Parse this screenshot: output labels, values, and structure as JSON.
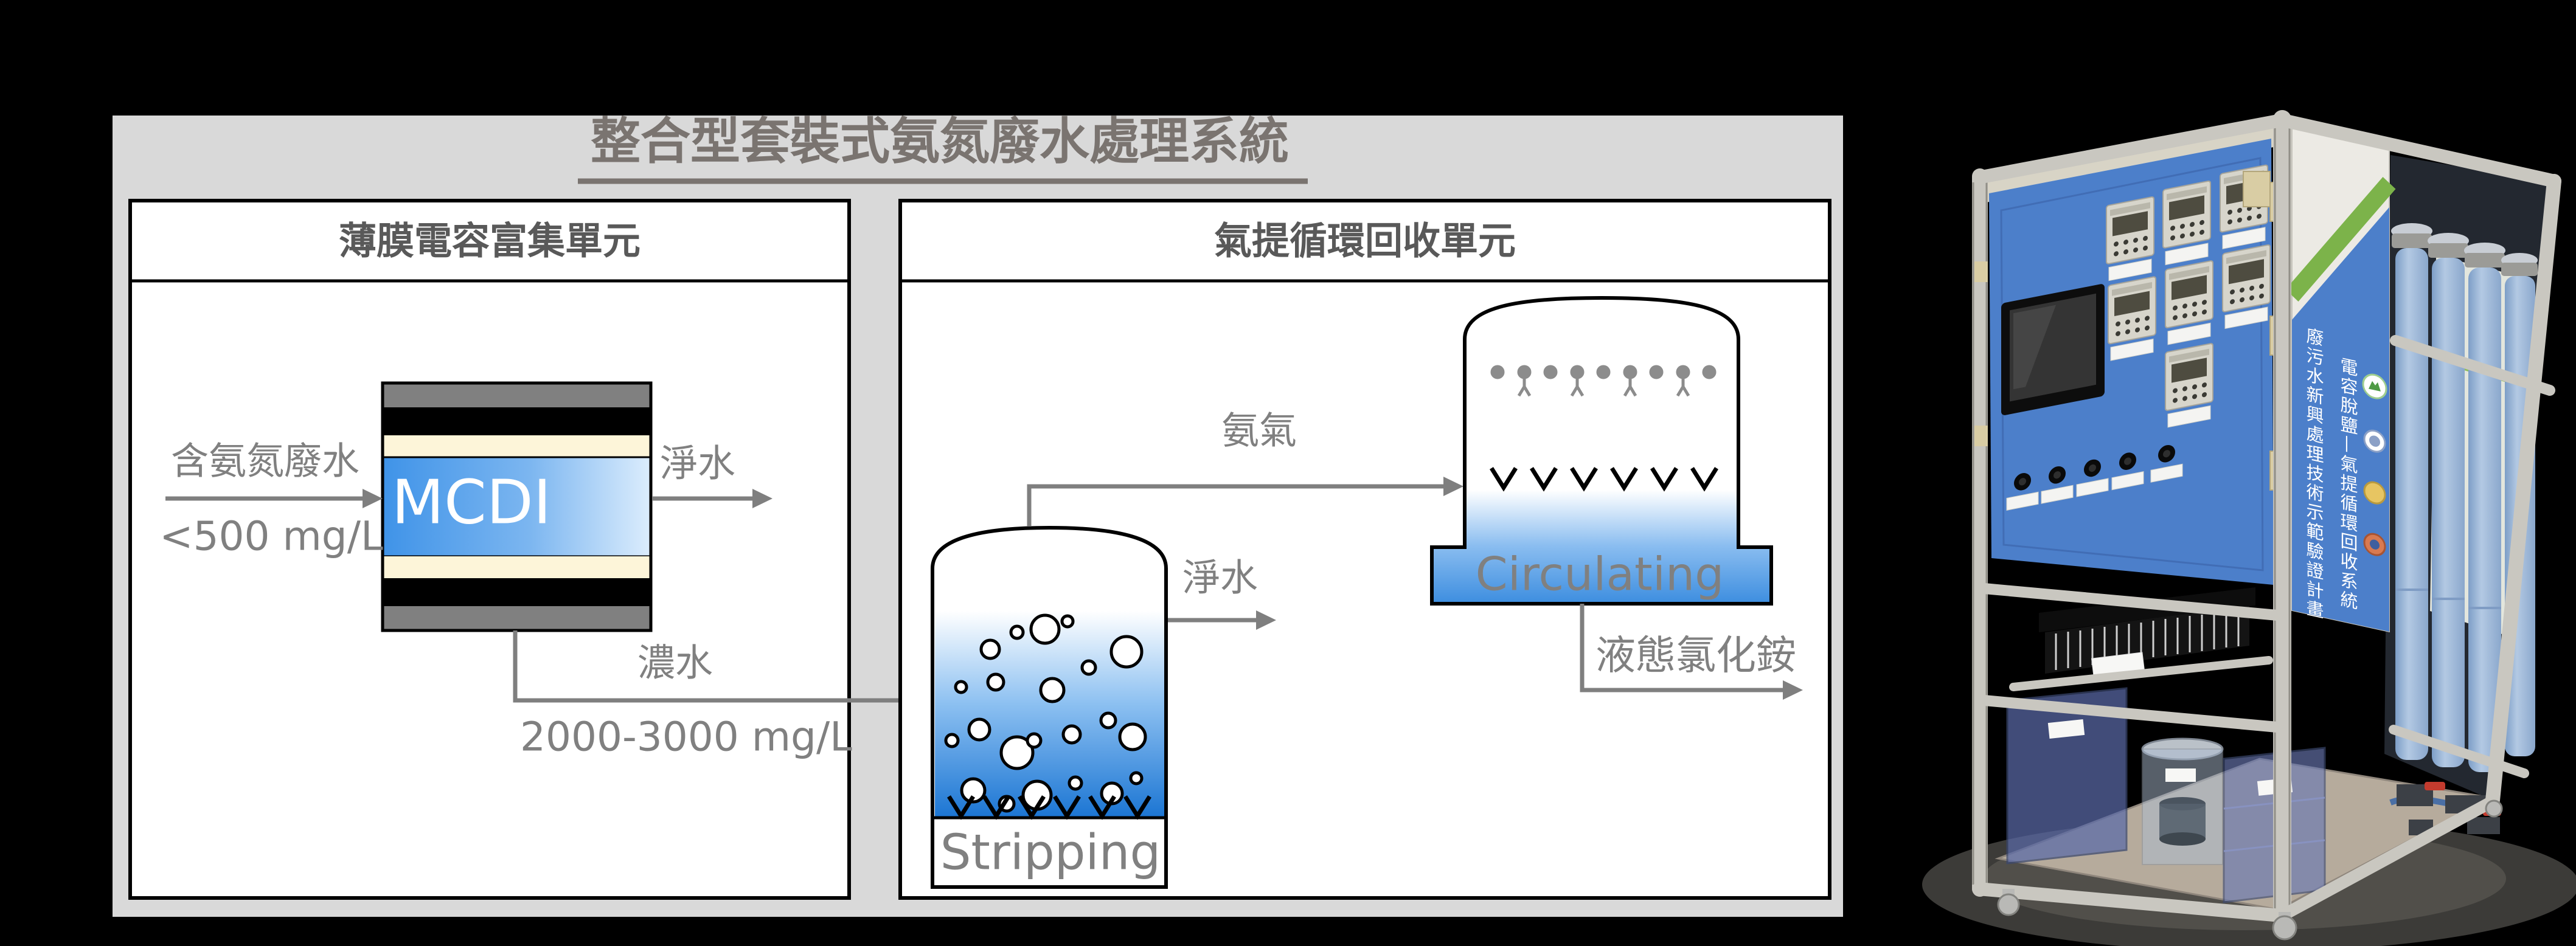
{
  "title": "整合型套裝式氨氮廢水處理系統",
  "mcdi_unit": {
    "header": "薄膜電容富集單元",
    "device_label": "MCDI",
    "influent_label": "含氨氮廢水",
    "influent_concentration": "<500 mg/L",
    "treated_water_label": "淨水",
    "concentrate_label": "濃水",
    "concentrate_concentration": "2000-3000 mg/L"
  },
  "stripping_unit": {
    "header": "氣提循環回收單元",
    "ammonia_gas_label": "氨氣",
    "treated_water_label": "淨水",
    "stripping_tank_label": "Stripping",
    "circulating_tank_label": "Circulating",
    "product_label": "液態氯化銨"
  },
  "equipment_photo": {
    "side_banner_program": "廢污水新興處理技術示範驗證計畫",
    "side_banner_system": "電容脫鹽—氣提循環回收系統"
  },
  "colors": {
    "canvas_bg": "#000000",
    "panel_bg": "#d9d9d9",
    "title_text": "#7a7470",
    "unit_header_text": "#595959",
    "flow_label_text": "#808080",
    "arrow": "#7f7f7f",
    "mcdi_blue": "#4796e7",
    "water_blue": "#1b75d3",
    "machine_panel_blue": "#4c7fca",
    "machine_accent_green": "#7cb34a"
  }
}
